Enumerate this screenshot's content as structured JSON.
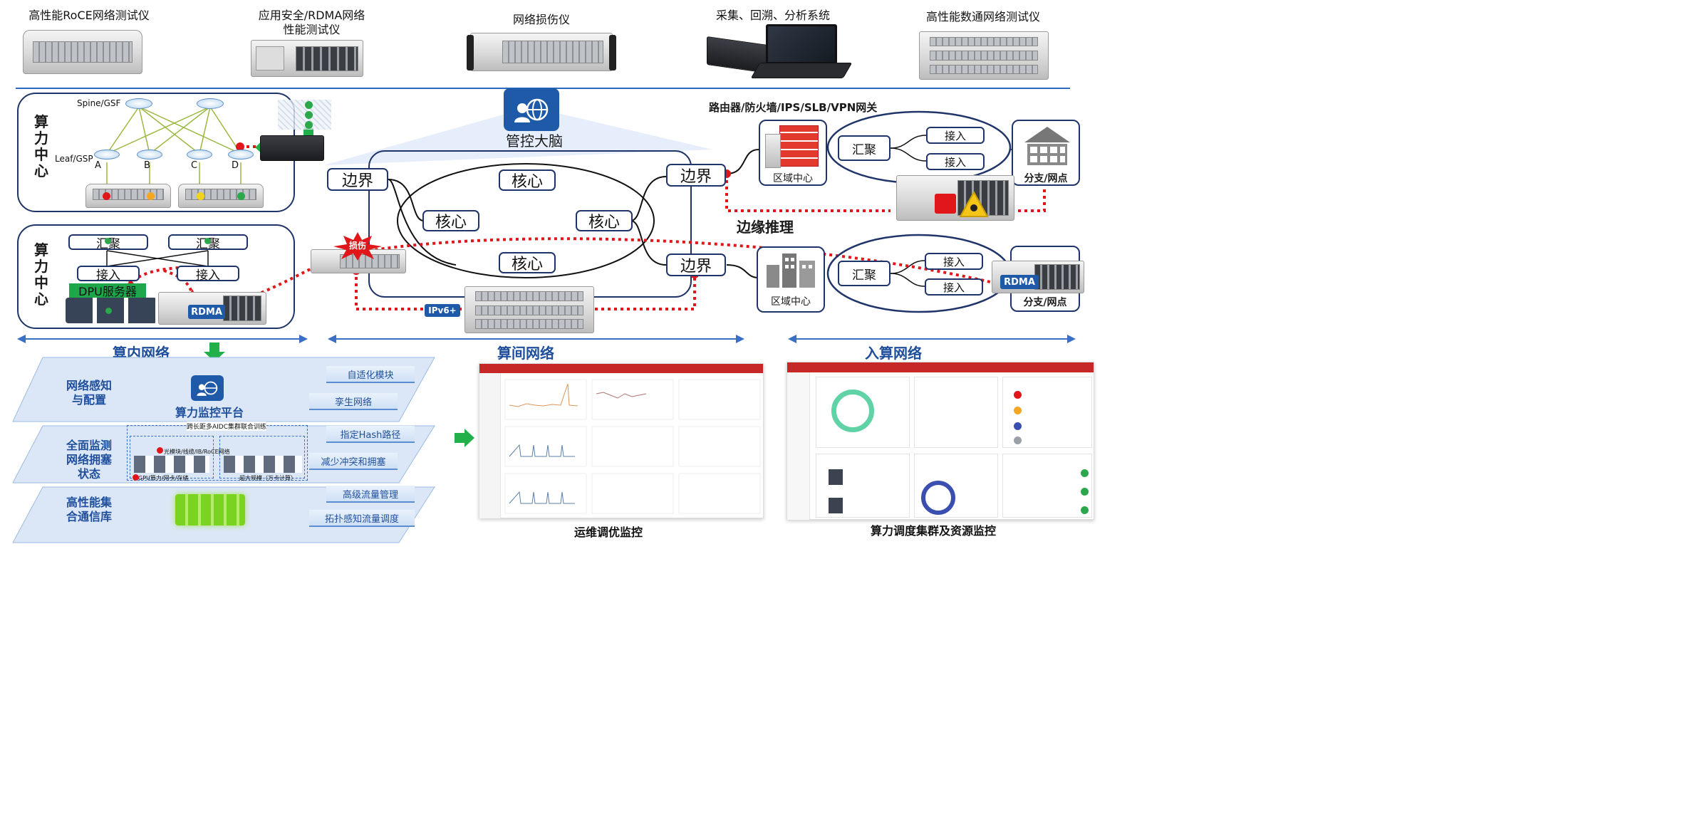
{
  "devices": [
    {
      "name": "高性能RoCE网络测试仪"
    },
    {
      "name": "应用安全/RDMA网络",
      "line2": "性能测试仪"
    },
    {
      "name": "网络损伤仪"
    },
    {
      "name": "采集、回溯、分析系统"
    },
    {
      "name": "高性能数通网络测试仪"
    }
  ],
  "compute_center_top": {
    "title": "算力中心",
    "spine_label": "Spine/GSF",
    "leaf_label": "Leaf/GSP",
    "leaf_names": [
      "A",
      "B",
      "C",
      "D"
    ]
  },
  "compute_center_bottom": {
    "title": "算力中心",
    "agg_labels": [
      "汇聚",
      "汇聚"
    ],
    "access_labels": [
      "接入",
      "接入"
    ],
    "dpu_label": "DPU服务器",
    "rdma_label": "RDMA"
  },
  "core": {
    "brain_label": "管控大脑",
    "edge_labels": [
      "边界",
      "边界",
      "边界"
    ],
    "core_labels": [
      "核心",
      "核心",
      "核心",
      "核心"
    ],
    "damage_label": "损伤",
    "ipv6_label": "IPv6+"
  },
  "right_region": {
    "router_caption": "路由器/防火墙/IPS/SLB/VPN网关",
    "region_center": "区域中心",
    "agg": "汇聚",
    "access": "接入",
    "branch": "分支/网点",
    "edge_inference": "边缘推理",
    "rdma_label": "RDMA"
  },
  "sections": {
    "intra": "算内网络",
    "inter": "算间网络",
    "ingress": "入算网络"
  },
  "layers": [
    {
      "title": "网络感知",
      "title2": "与配置",
      "center": "算力监控平台",
      "tags": [
        "自适化模块",
        "孪生网络"
      ]
    },
    {
      "title": "全面监测",
      "title2": "网络拥塞",
      "title3": "状态",
      "center": "跨长距多AIDC集群联合训练",
      "sub1": "光模块/线缆/IB/RoCE网络",
      "sub2": "GPU算力/网卡/存储",
      "sub3": "超大规模（万卡计算）",
      "tags": [
        "指定Hash路径",
        "减少冲突和拥塞"
      ]
    },
    {
      "title": "高性能集",
      "title2": "合通信库",
      "tags": [
        "高级流量管理",
        "拓扑感知流量调度"
      ]
    }
  ],
  "captions": {
    "ops": "运维调优监控",
    "sched": "算力调度集群及资源监控"
  },
  "colors": {
    "navy": "#1f3468",
    "blue": "#1f4f9c",
    "red": "#e0161b",
    "green": "#2aa84a"
  }
}
